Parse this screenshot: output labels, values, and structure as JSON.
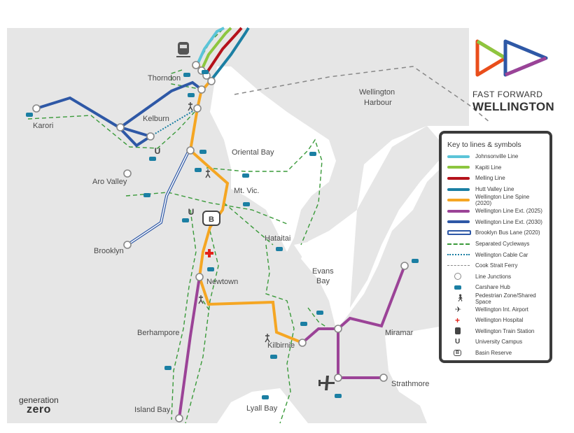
{
  "brand": {
    "line1": "FAST FORWARD",
    "line2": "WELLINGTON",
    "colors": [
      "#e94e1b",
      "#8dc63f",
      "#2e58a6",
      "#9b4397"
    ]
  },
  "footer_logo": {
    "line1": "generation",
    "line2": "zero"
  },
  "places": {
    "karori": "Karori",
    "thorndon": "Thorndon",
    "kelburn": "Kelburn",
    "aro_valley": "Aro Valley",
    "brooklyn": "Brooklyn",
    "oriental_bay": "Oriental Bay",
    "mt_vic": "Mt. Vic.",
    "hataitai": "Hataitai",
    "newtown": "Newtown",
    "evans_bay": "Evans Bay",
    "berhampore": "Berhampore",
    "kilbirnie": "Kilbirnie",
    "miramar": "Miramar",
    "strathmore": "Strathmore",
    "island_bay": "Island Bay",
    "lyall_bay": "Lyall Bay",
    "harbour": "Wellington Harbour"
  },
  "legend": {
    "title": "Key to lines & symbols",
    "items": [
      {
        "label": "Johnsonville Line",
        "kind": "line",
        "color": "#5bc4d8"
      },
      {
        "label": "Kapiti Line",
        "kind": "line",
        "color": "#8dc63f"
      },
      {
        "label": "Melling Line",
        "kind": "line",
        "color": "#b5121b"
      },
      {
        "label": "Hutt Valley Line",
        "kind": "line",
        "color": "#1b7fa3"
      },
      {
        "label": "Wellington Line Spine (2020)",
        "kind": "line",
        "color": "#f5a623"
      },
      {
        "label": "Wellington Line Ext. (2025)",
        "kind": "line",
        "color": "#9b4397"
      },
      {
        "label": "Wellington Line Ext. (2030)",
        "kind": "line",
        "color": "#2e58a6"
      },
      {
        "label": "Brooklyn Bus Lane (2020)",
        "kind": "busline",
        "color": "#2e58a6"
      },
      {
        "label": "Separated Cycleways",
        "kind": "dashed",
        "color": "#3a9a3a"
      },
      {
        "label": "Wellington Cable Car",
        "kind": "dotted",
        "color": "#1b7fa3"
      },
      {
        "label": "Cook Strait Ferry",
        "kind": "ferry",
        "color": "#888888"
      },
      {
        "label": "Line Junctions",
        "kind": "junction",
        "color": "#888888"
      },
      {
        "label": "Carshare Hub",
        "kind": "car",
        "color": "#1b7fa3"
      },
      {
        "label": "Pedestrian Zone/Shared Space",
        "kind": "ped",
        "color": "#444444"
      },
      {
        "label": "Wellington Int. Airport",
        "kind": "plane",
        "color": "#444444"
      },
      {
        "label": "Wellington Hospital",
        "kind": "hospital",
        "color": "#e2231a"
      },
      {
        "label": "Wellington Train Station",
        "kind": "train",
        "color": "#444444"
      },
      {
        "label": "University Campus",
        "kind": "uni",
        "color": "#444444"
      },
      {
        "label": "Basin Reserve",
        "kind": "basin",
        "color": "#444444"
      }
    ]
  },
  "basin_letter": "B",
  "uni_letter": "U"
}
